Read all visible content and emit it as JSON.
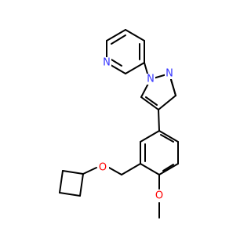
{
  "molecule": {
    "atom_labels": {
      "pyridine_n": "N",
      "pyrazole_n1": "N",
      "pyrazole_n2": "N",
      "ether_o": "O",
      "methoxy_o": "O"
    },
    "colors": {
      "bond": "#000000",
      "nitrogen": "#3333ff",
      "oxygen": "#ff0000"
    }
  }
}
